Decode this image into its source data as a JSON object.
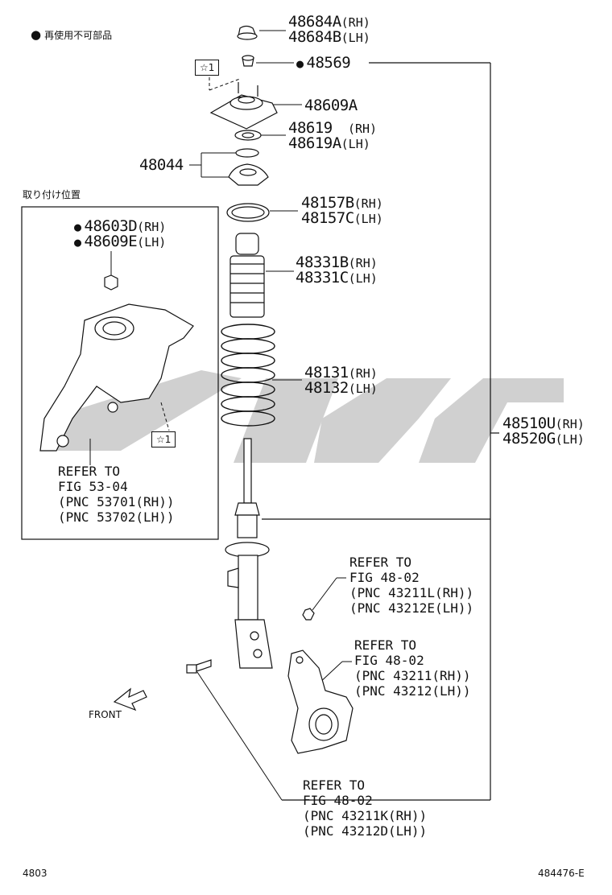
{
  "legend": {
    "non_reusable": "再使用不可部品"
  },
  "install_position": "取り付け位置",
  "star_marker": "☆1",
  "parts": {
    "p48684": {
      "rh": "48684A",
      "rh_tag": "(RH)",
      "lh": "48684B",
      "lh_tag": "(LH)"
    },
    "p48569": "48569",
    "p48609A": "48609A",
    "p48619": {
      "rh": "48619",
      "rh_tag": "(RH)",
      "lh": "48619A",
      "lh_tag": "(LH)"
    },
    "p48044": "48044",
    "p48157": {
      "rh": "48157B",
      "rh_tag": "(RH)",
      "lh": "48157C",
      "lh_tag": "(LH)"
    },
    "p48331": {
      "rh": "48331B",
      "rh_tag": "(RH)",
      "lh": "48331C",
      "lh_tag": "(LH)"
    },
    "p48131": {
      "rh": "48131",
      "rh_tag": "(RH)",
      "lh": "48132",
      "lh_tag": "(LH)"
    },
    "p48510": {
      "rh": "48510U",
      "rh_tag": "(RH)",
      "lh": "48520G",
      "lh_tag": "(LH)"
    },
    "p48603": {
      "rh": "48603D",
      "rh_tag": "(RH)",
      "lh": "48609E",
      "lh_tag": "(LH)"
    }
  },
  "refs": {
    "inset": [
      "REFER TO",
      "FIG 53-04",
      "(PNC 53701(RH))",
      "(PNC 53702(LH))"
    ],
    "nut": [
      "REFER TO",
      "FIG 48-02",
      "(PNC 43211L(RH))",
      "(PNC 43212E(LH))"
    ],
    "knuckle": [
      "REFER TO",
      "FIG 48-02",
      "(PNC 43211(RH))",
      "(PNC 43212(LH))"
    ],
    "bolt": [
      "REFER TO",
      "FIG 48-02",
      "(PNC 43211K(RH))",
      "(PNC 43212D(LH))"
    ]
  },
  "front_label": "FRONT",
  "footer": {
    "left": "4803",
    "right": "484476-E"
  },
  "watermark_color": "#c8c8c8"
}
